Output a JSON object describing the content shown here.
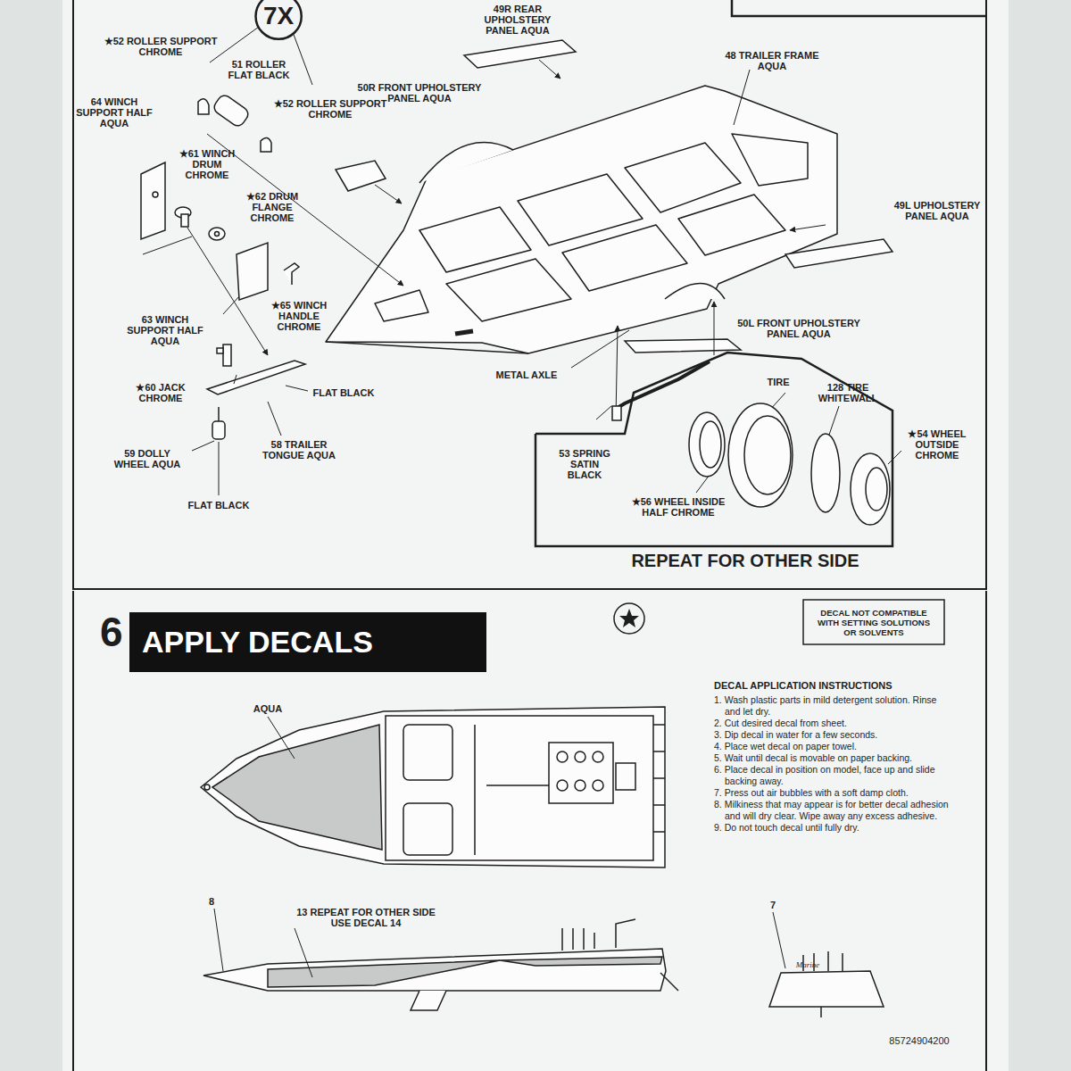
{
  "diagram": {
    "nodes": [
      {
        "text": [
          "7X"
        ]
      },
      {
        "text": [
          "APPLY DECALS"
        ]
      },
      {
        "text": [
          "DECAL NOT COMPATIBLE WITH SETTING SOLUTIONS OR SOLVENTS"
        ]
      }
    ],
    "labels": [
      "49R REAR UPHOLSTERY PANEL AQUA",
      "★52 ROLLER SUPPORT CHROME",
      "51 ROLLER FLAT BLACK",
      "★52 ROLLER SUPPORT CHROME",
      "50R FRONT UPHOLSTERY PANEL AQUA",
      "48 TRAILER FRAME AQUA",
      "64 WINCH SUPPORT HALF AQUA",
      "★61 WINCH DRUM CHROME",
      "★62 DRUM FLANGE CHROME",
      "49L UPHOLSTERY PANEL AQUA",
      "63 WINCH SUPPORT HALF AQUA",
      "★65 WINCH HANDLE CHROME",
      "★60 JACK CHROME",
      "FLAT BLACK",
      "58 TRAILER TONGUE AQUA",
      "59 DOLLY WHEEL AQUA",
      "FLAT BLACK",
      "METAL AXLE",
      "50L FRONT UPHOLSTERY PANEL AQUA",
      "TIRE",
      "128 TIRE WHITEWALL",
      "★54 WHEEL OUTSIDE CHROME",
      "53 SPRING SATIN BLACK",
      "★56 WHEEL INSIDE HALF CHROME",
      "REPEAT FOR OTHER SIDE",
      "6",
      "DECAL APPLICATION INSTRUCTIONS",
      "1. Wash plastic parts in mild detergent solution. Rinse and let dry.",
      "2. Cut desired decal from sheet.",
      "3. Dip decal in water for a few seconds.",
      "4. Place wet decal on paper towel.",
      "5. Wait until decal is movable on paper backing.",
      "6. Place decal in position on model, face up and slide backing away.",
      "7. Press out air bubbles with a soft damp cloth.",
      "8. Milkiness that may appear is for better decal adhesion and will dry clear. Wipe away any excess adhesive.",
      "9. Do not touch decal until fully dry.",
      "AQUA",
      "8",
      "13 REPEAT FOR OTHER SIDE USE DECAL 14",
      "7",
      "Marine",
      "85724904200"
    ]
  }
}
